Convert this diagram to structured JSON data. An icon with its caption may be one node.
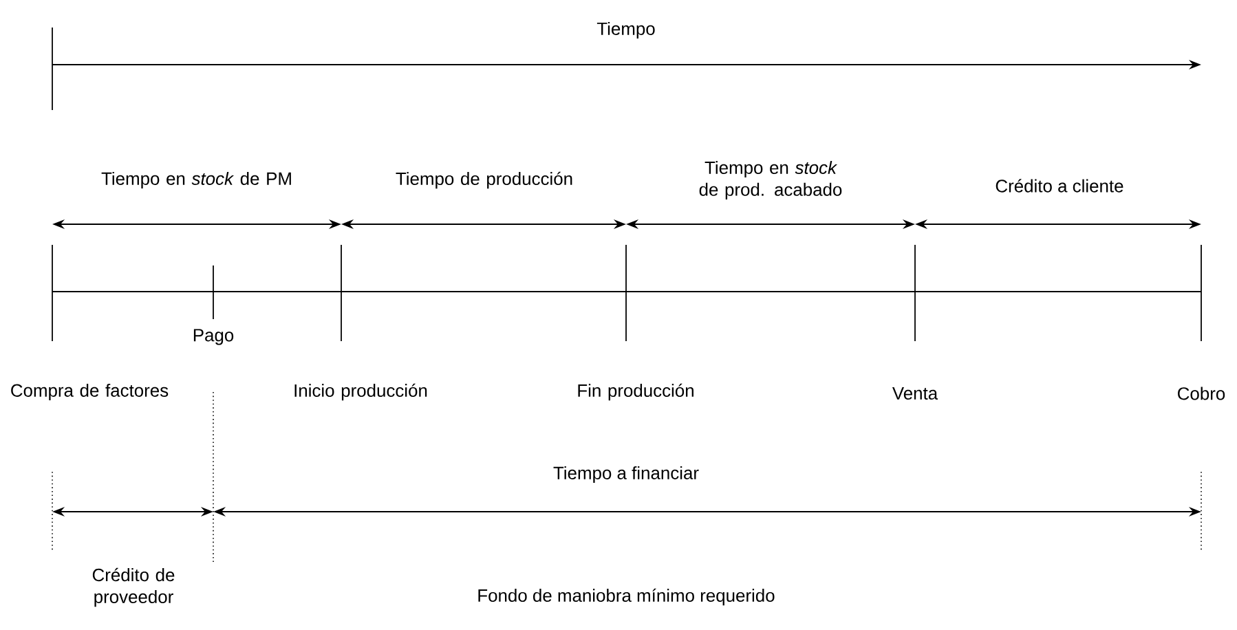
{
  "diagram": {
    "labels": [
      "Tiempo",
      "Tiempo en *stock* de PM",
      "Tiempo de producción",
      "Tiempo en *stock* de prod. acabado",
      "Crédito a cliente",
      "Pago",
      "Compra de factores",
      "Inicio producción",
      "Fin producción",
      "Venta",
      "Cobro",
      "Tiempo a financiar",
      "Crédito de proveedor",
      "Fondo de maniobra mínimo requerido"
    ]
  }
}
